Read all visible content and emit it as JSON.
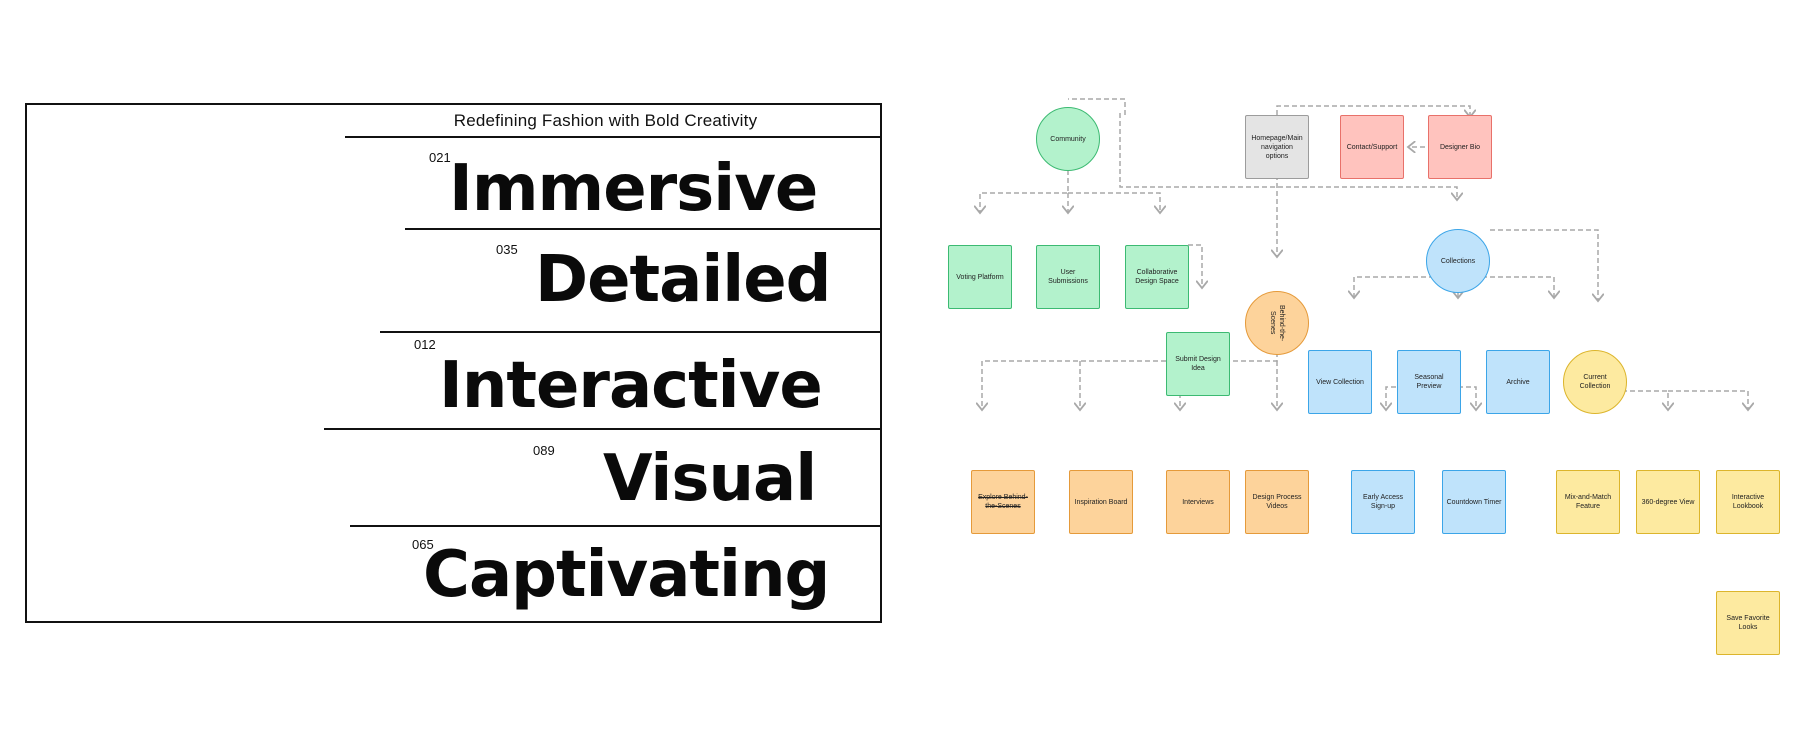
{
  "panel": {
    "tagline": "Redefining Fashion with Bold Creativity",
    "entries": [
      {
        "num": "021",
        "word": "Immersive"
      },
      {
        "num": "035",
        "word": "Detailed"
      },
      {
        "num": "012",
        "word": "Interactive"
      },
      {
        "num": "089",
        "word": "Visual"
      },
      {
        "num": "065",
        "word": "Captivating"
      }
    ]
  },
  "diagram": {
    "nodes": {
      "community": "Community",
      "homepage": "Homepage/Main navigation options",
      "contact": "Contact/Support",
      "designer_bio": "Designer Bio",
      "voting": "Voting Platform",
      "user_submissions": "User Submissions",
      "collab_space": "Collaborative Design Space",
      "submit_idea": "Submit Design Idea",
      "behind_scenes": "Behind-the-Scenes",
      "collections": "Collections",
      "view_collection": "View Collection",
      "seasonal_preview": "Seasonal Preview",
      "archive": "Archive",
      "current_collection": "Current Collection",
      "explore_bts": "Explore Behind-the-Scenes",
      "inspiration_board": "Inspiration Board",
      "interviews": "Interviews",
      "design_videos": "Design Process Videos",
      "early_access": "Early Access Sign-up",
      "countdown": "Countdown Timer",
      "mix_match": "Mix-and-Match Feature",
      "view_360": "360-degree View",
      "lookbook": "Interactive Lookbook",
      "save_looks": "Save Favorite Looks"
    },
    "colors": {
      "community": "#b3f2cc",
      "navigation": "#e4e4e4",
      "support": "#ffc3be",
      "collections": "#bfe3fb",
      "behind_scenes": "#fdd39b",
      "current_collection": "#fdeaa0",
      "connector": "#a8a8a8"
    }
  }
}
